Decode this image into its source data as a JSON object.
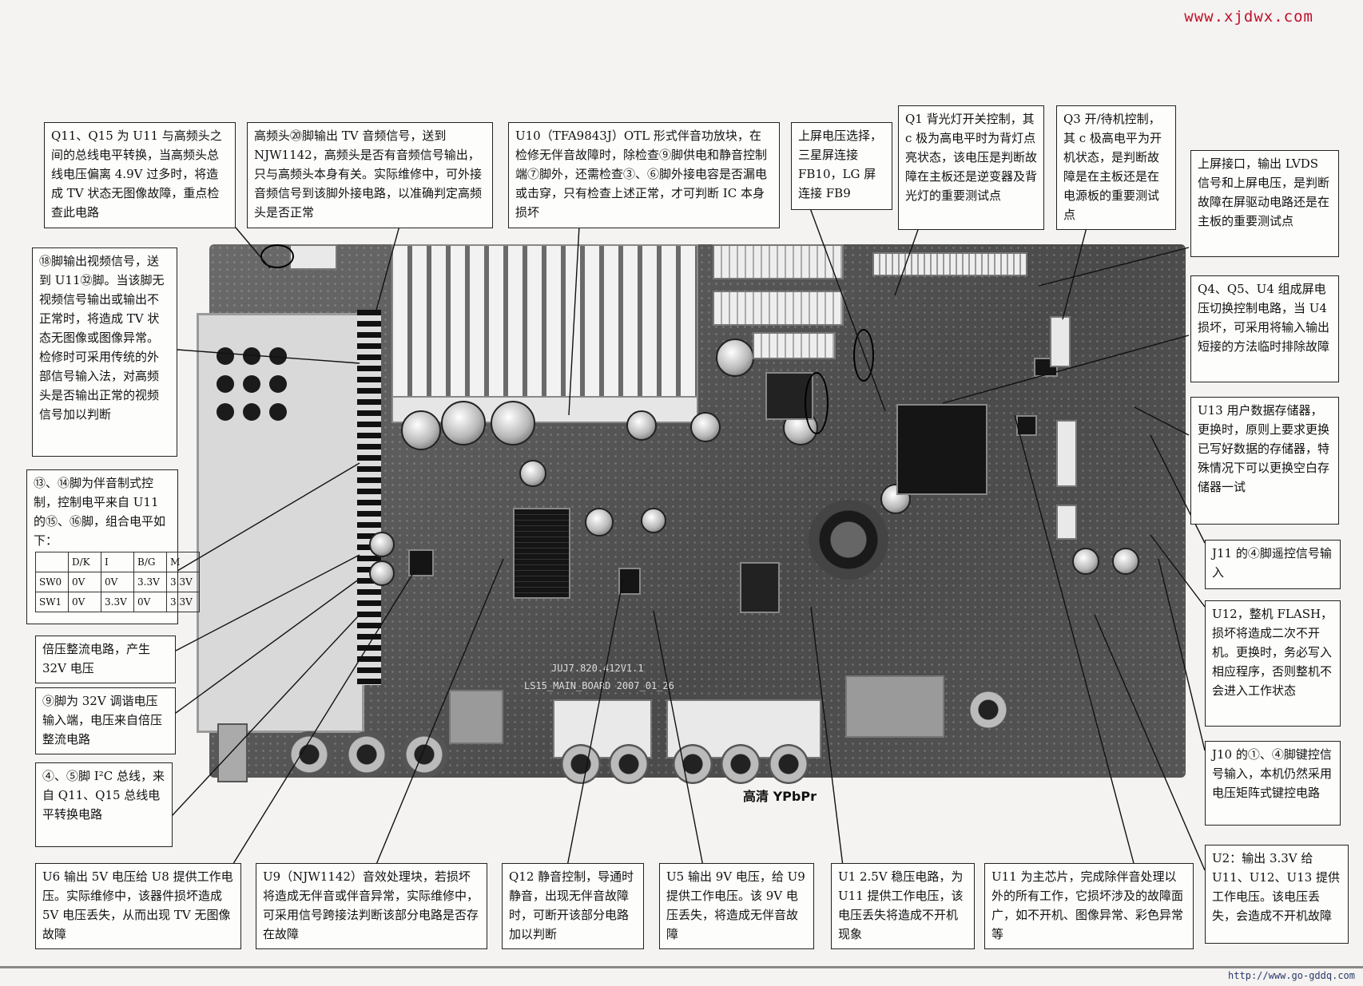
{
  "watermarks": {
    "top": "www.xjdwx.com",
    "bottom": "http://www.go-gddq.com"
  },
  "board": {
    "ypbpr_label": "高清 YPbPr",
    "silkscreen_1": "JUJ7.820.412V1.1",
    "silkscreen_2": "LS15_MAIN_BOARD 2007_01_26"
  },
  "callouts": {
    "q11_q15": "Q11、Q15 为 U11 与高频头之间的总线电平转换，当高频头总线电压偏离 4.9V 过多时，将造成 TV 状态无图像故障，重点检查此电路",
    "tuner_pin20": "高频头⑳脚输出 TV 音频信号，送到 NJW1142，高频头是否有音频信号输出，只与高频头本身有关。实际维修中，可外接音频信号到该脚外接电路，以准确判定高频头是否正常",
    "u10": "U10（TFA9843J）OTL 形式伴音功放块，在检修无伴音故障时，除检查⑨脚供电和静音控制端⑦脚外，还需检查③、⑥脚外接电容是否漏电或击穿，只有检查上述正常，才可判断 IC 本身损坏",
    "screen_voltage": "上屏电压选择，三星屏连接 FB10，LG 屏连接 FB9",
    "q1": "Q1 背光灯开关控制，其 c 极为高电平时为背灯点亮状态，该电压是判断故障在主板还是逆变器及背光灯的重要测试点",
    "q3": "Q3 开/待机控制，其 c 极高电平为开机状态，是判断故障是在主板还是在电源板的重要测试点",
    "lvds": "上屏接口，输出 LVDS 信号和上屏电压，是判断故障在屏驱动电路还是在主板的重要测试点",
    "pin18": "⑱脚输出视频信号，送到 U11㉜脚。当该脚无视频信号输出或输出不正常时，将造成 TV 状态无图像或图像异常。检修时可采用传统的外部信号输入法，对高频头是否输出正常的视频信号加以判断",
    "q4_q5_u4": "Q4、Q5、U4 组成屏电压切换控制电路，当 U4 损坏，可采用将输入输出短接的方法临时排除故障",
    "u13": "U13 用户数据存储器，更换时，原则上要求更换已写好数据的存储器，特殊情况下可以更换空白存储器一试",
    "pin13_14": "⑬、⑭脚为伴音制式控制，控制电平来自 U11 的⑮、⑯脚，组合电平如下：",
    "j11": "J11 的④脚遥控信号输入",
    "voltage_doubler": "倍压整流电路，产生 32V 电压",
    "u12": "U12，整机 FLASH，损坏将造成二次不开机。更换时，务必写入相应程序，否则整机不会进入工作状态",
    "pin9": "⑨脚为 32V 调谐电压输入端，电压来自倍压整流电路",
    "j10": "J10 的①、④脚键控信号输入，本机仍然采用电压矩阵式键控电路",
    "i2c": "④、⑤脚 I²C 总线，来自 Q11、Q15 总线电平转换电路",
    "u2": "U2：输出 3.3V 给 U11、U12、U13 提供工作电压。该电压丢失，会造成不开机故障",
    "u6": "U6 输出 5V 电压给 U8 提供工作电压。实际维修中，该器件损坏造成 5V 电压丢失，从而出现 TV 无图像故障",
    "u9": "U9（NJW1142）音效处理块，若损坏将造成无伴音或伴音异常，实际维修中，可采用信号跨接法判断该部分电路是否存在故障",
    "q12": "Q12 静音控制，导通时静音，出现无伴音故障时，可断开该部分电路加以判断",
    "u5": "U5 输出 9V 电压，给 U9 提供工作电压。该 9V 电压丢失，将造成无伴音故障",
    "u1": "U1 2.5V 稳压电路，为 U11 提供工作电压，该电压丢失将造成不开机现象",
    "u11": "U11 为主芯片，完成除伴音处理以外的所有工作，它损坏涉及的故障面广，如不开机、图像异常、彩色异常等"
  },
  "sound_table": {
    "header": [
      "",
      "D/K",
      "I",
      "B/G",
      "M"
    ],
    "rows": [
      [
        "SW0",
        "0V",
        "0V",
        "3.3V",
        "3.3V"
      ],
      [
        "SW1",
        "0V",
        "3.3V",
        "0V",
        "3.3V"
      ]
    ]
  }
}
